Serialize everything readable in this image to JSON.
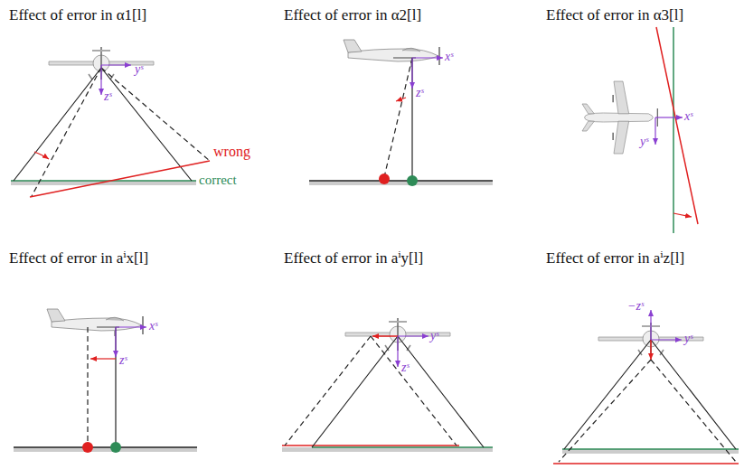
{
  "diagram": {
    "labels": [
      "Effect of error in α1[l]",
      "Effect of error in α2[l]",
      "Effect of error in α3[l]",
      "Effect of error in aⁱx[l]",
      "Effect of error in aⁱy[l]",
      "Effect of error in aⁱz[l]",
      "yˢ",
      "zˢ",
      "wrong",
      "correct",
      "xˢ",
      "zˢ",
      "xˢ",
      "yˢ",
      "xˢ",
      "zˢ",
      "yˢ",
      "zˢ",
      "−zˢ",
      "yˢ"
    ]
  }
}
